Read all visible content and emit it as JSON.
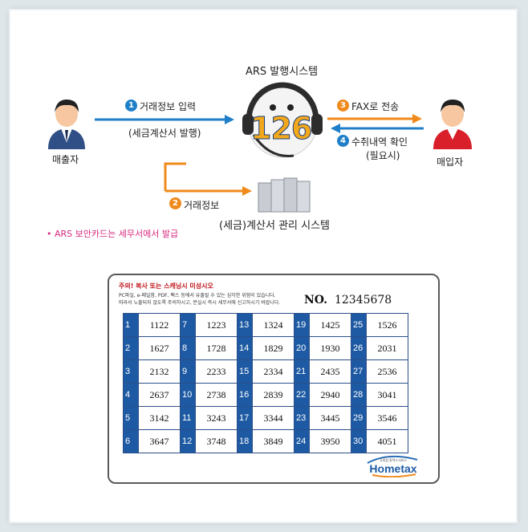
{
  "colors": {
    "blue_arrow": "#1f7fc8",
    "orange_arrow": "#f08a1c",
    "note_pink": "#d6287d",
    "card_index_blue": "#1d5aa3"
  },
  "diagram": {
    "system_title": "ARS 발행시스템",
    "ars_number": "126",
    "seller_label": "매출자",
    "buyer_label": "매입자",
    "server_title": "(세금)계산서 관리 시스템",
    "steps": [
      {
        "num": "1",
        "text": "거래정보 입력",
        "sub": "(세금계산서 발행)"
      },
      {
        "num": "2",
        "text": "거래정보",
        "sub": ""
      },
      {
        "num": "3",
        "text": "FAX로 전송",
        "sub": ""
      },
      {
        "num": "4",
        "text": "수취내역 확인",
        "sub": "(필요시)"
      }
    ],
    "note": "• ARS 보안카드는 세무서에서 발급"
  },
  "card": {
    "warning_title": "주의! 복사 또는 스캐닝시 미성시오",
    "warning_line1": "PC파일, e-메일함, PDF, 팩스 등에서 유출될 수 있는 심각한 위험이 있습니다.",
    "warning_line2": "따라서 노출되지 않도록 주의하시고, 분실시 즉시 세무서에 신고하시기 바랍니다.",
    "no_label": "NO.",
    "no_value": "12345678",
    "codes": [
      [
        "1",
        "1122",
        "7",
        "1223",
        "13",
        "1324",
        "19",
        "1425",
        "25",
        "1526"
      ],
      [
        "2",
        "1627",
        "8",
        "1728",
        "14",
        "1829",
        "20",
        "1930",
        "26",
        "2031"
      ],
      [
        "3",
        "2132",
        "9",
        "2233",
        "15",
        "2334",
        "21",
        "2435",
        "27",
        "2536"
      ],
      [
        "4",
        "2637",
        "10",
        "2738",
        "16",
        "2839",
        "22",
        "2940",
        "28",
        "3041"
      ],
      [
        "5",
        "3142",
        "11",
        "3243",
        "17",
        "3344",
        "23",
        "3445",
        "29",
        "3546"
      ],
      [
        "6",
        "3647",
        "12",
        "3748",
        "18",
        "3849",
        "24",
        "3950",
        "30",
        "4051"
      ]
    ],
    "logo_text": "Hometax",
    "logo_tagline": "국세청 홈택스서비스"
  }
}
